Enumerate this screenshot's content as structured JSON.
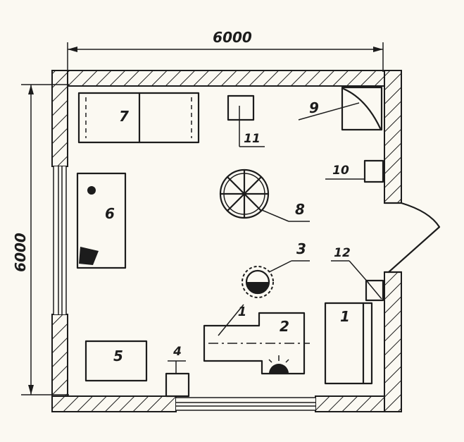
{
  "dimensions": {
    "width": "6000",
    "height": "6000"
  },
  "items": [
    {
      "number": "1"
    },
    {
      "number": "2"
    },
    {
      "number": "3"
    },
    {
      "number": "4"
    },
    {
      "number": "5"
    },
    {
      "number": "6"
    },
    {
      "number": "7"
    },
    {
      "number": "8"
    },
    {
      "number": "9"
    },
    {
      "number": "10"
    },
    {
      "number": "11"
    },
    {
      "number": "12"
    }
  ]
}
